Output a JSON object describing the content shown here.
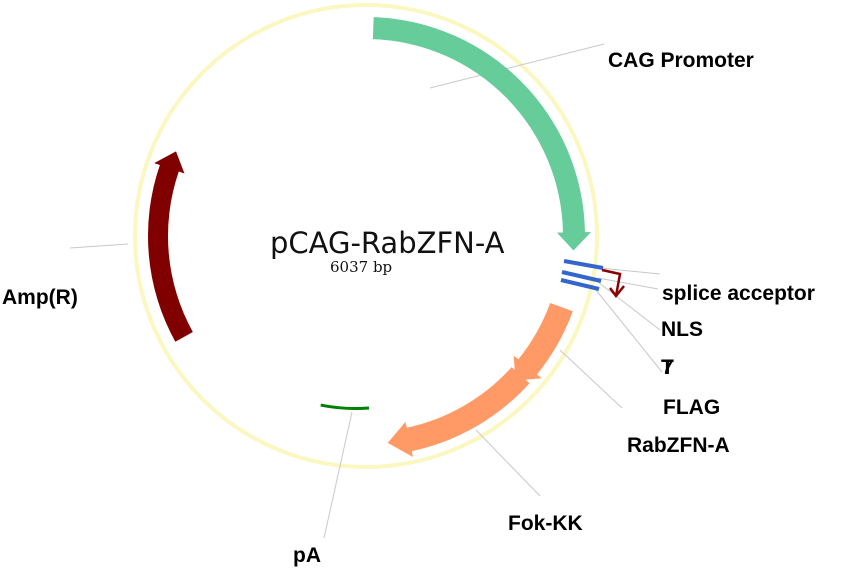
{
  "plasmid": {
    "name": "pCAG-RabZFN-A",
    "size": "6037 bp"
  },
  "features": {
    "cag": "CAG Promoter",
    "splice": "splice acceptor",
    "nls": "NLS",
    "t7": "T7",
    "flag": "FLAG",
    "rabzfn": "RabZFN-A",
    "fok": "Fok-KK",
    "pa": "pA",
    "amp": "Amp(R)"
  },
  "colors": {
    "backbone": "#fbf7c0",
    "cag": "#66cc99",
    "rabzfn": "#ff9966",
    "amp": "#800000",
    "pa": "#008000",
    "tags": "#3366cc",
    "splice": "#8b0000"
  }
}
